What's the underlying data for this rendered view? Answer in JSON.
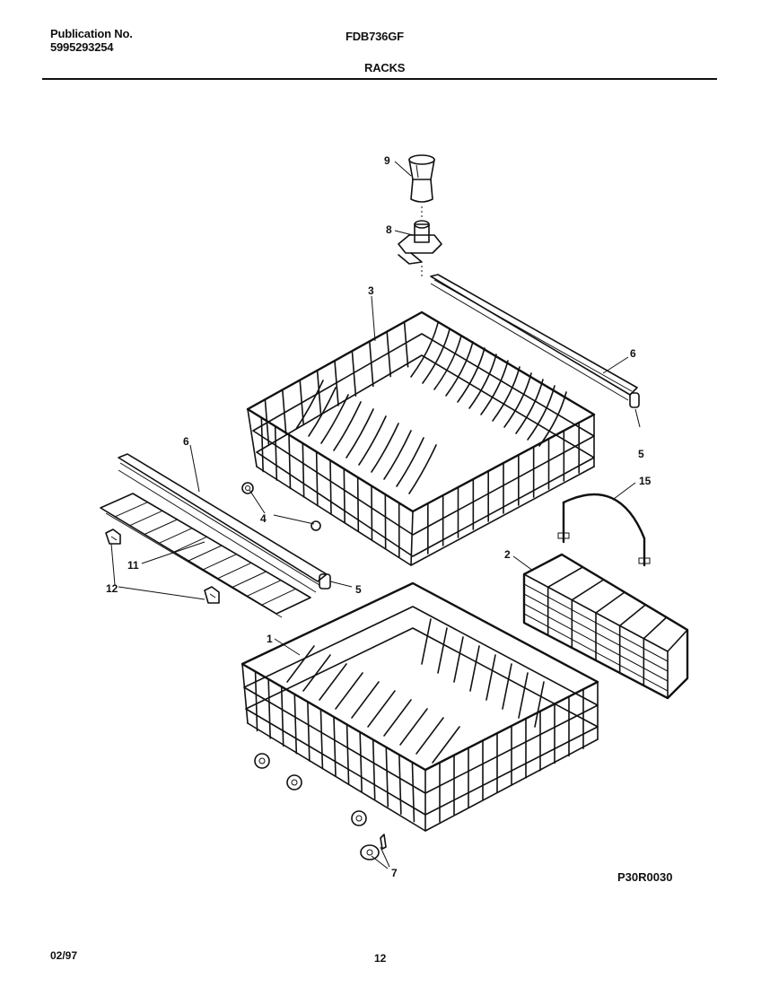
{
  "header": {
    "publication_label": "Publication No.",
    "publication_number": "5995293254",
    "model": "FDB736GF",
    "section_title": "RACKS"
  },
  "callouts": {
    "c1": "1",
    "c2": "2",
    "c3": "3",
    "c4": "4",
    "c5a": "5",
    "c5b": "5",
    "c6a": "6",
    "c6b": "6",
    "c7": "7",
    "c8": "8",
    "c9": "9",
    "c11": "11",
    "c12": "12",
    "c15": "15"
  },
  "drawing_code": "P30R0030",
  "footer": {
    "date": "02/97",
    "page_number": "12"
  }
}
